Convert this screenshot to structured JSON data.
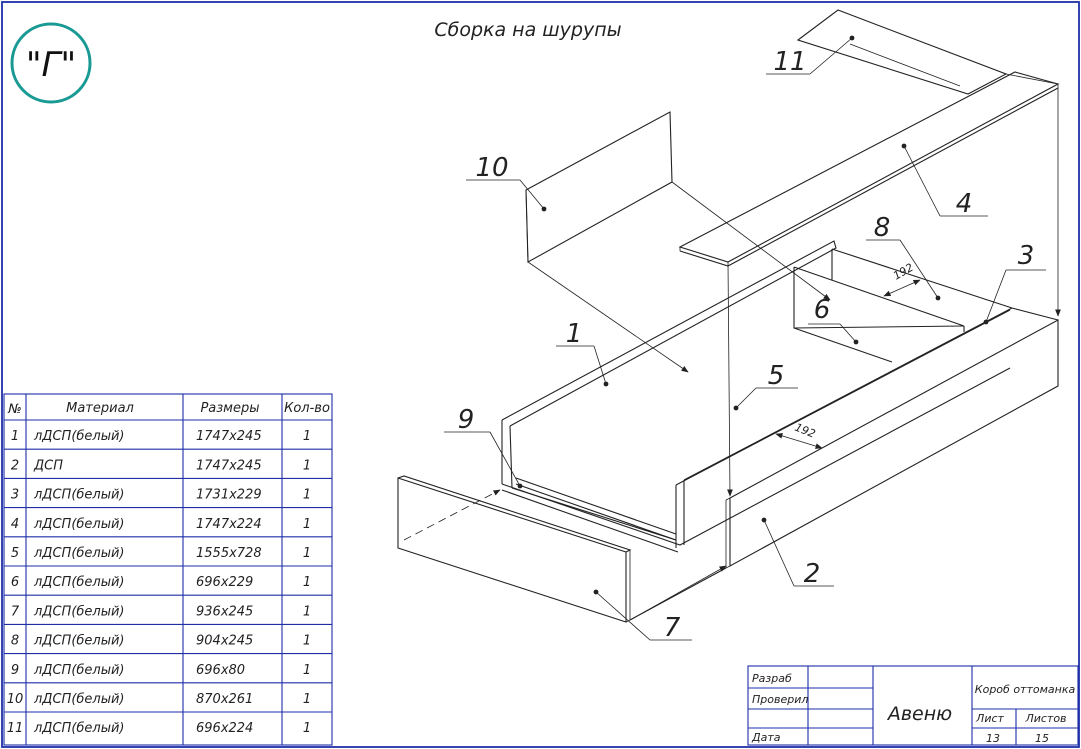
{
  "title": "Сборка на шурупы",
  "variant": "\"Г\"",
  "part_labels": [
    "1",
    "2",
    "3",
    "4",
    "5",
    "6",
    "7",
    "8",
    "9",
    "10",
    "11"
  ],
  "dims": {
    "d1": "192",
    "d2": "192"
  },
  "table": {
    "headers": [
      "№",
      "Материал",
      "Размеры",
      "Кол-во"
    ],
    "rows": [
      [
        "1",
        "лДСП(белый)",
        "1747x245",
        "1"
      ],
      [
        "2",
        "ДСП",
        "1747x245",
        "1"
      ],
      [
        "3",
        "лДСП(белый)",
        "1731x229",
        "1"
      ],
      [
        "4",
        "лДСП(белый)",
        "1747x224",
        "1"
      ],
      [
        "5",
        "лДСП(белый)",
        "1555x728",
        "1"
      ],
      [
        "6",
        "лДСП(белый)",
        "696x229",
        "1"
      ],
      [
        "7",
        "лДСП(белый)",
        "936x245",
        "1"
      ],
      [
        "8",
        "лДСП(белый)",
        "904x245",
        "1"
      ],
      [
        "9",
        "лДСП(белый)",
        "696x80",
        "1"
      ],
      [
        "10",
        "лДСП(белый)",
        "870x261",
        "1"
      ],
      [
        "11",
        "лДСП(белый)",
        "696x224",
        "1"
      ]
    ]
  },
  "stamp": {
    "razrab": "Разраб",
    "proveril": "Проверил",
    "data": "Дата",
    "company": "Авеню",
    "product": "Короб оттоманка",
    "list_label": "Лист",
    "listov_label": "Листов",
    "list": "13",
    "listov": "15"
  },
  "colors": {
    "frame": "#1e2fa8",
    "logo_ring": "#1a9a94",
    "ink": "#222222"
  }
}
